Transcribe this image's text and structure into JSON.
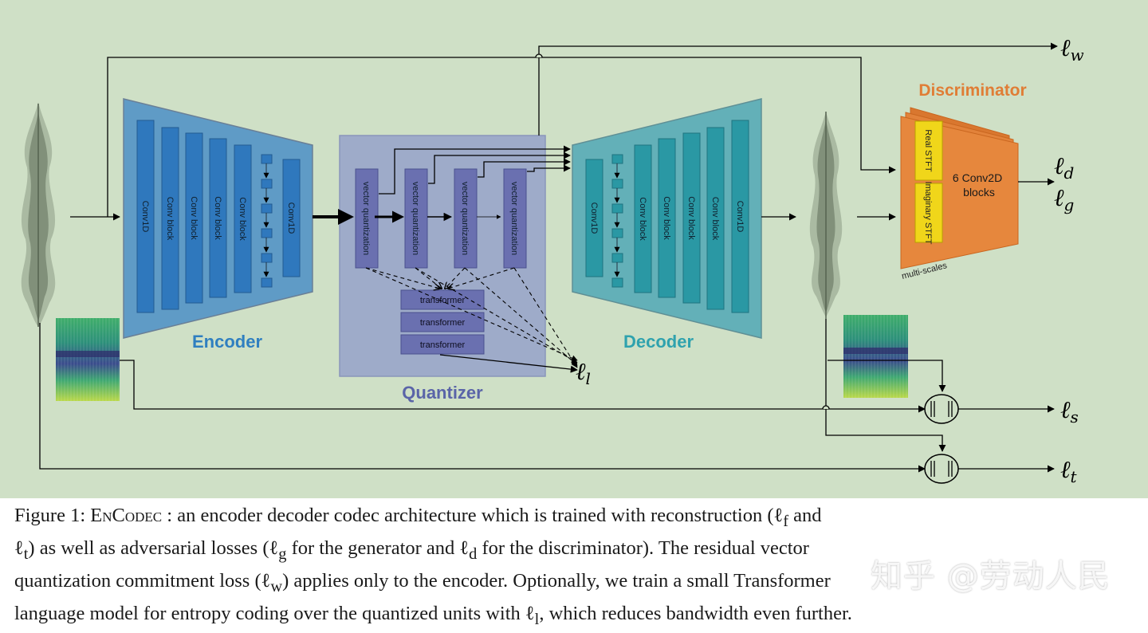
{
  "blocks": {
    "encoder": {
      "title": "Encoder",
      "layers": [
        "Conv1D",
        "Conv block",
        "Conv block",
        "Conv block",
        "Conv block",
        "Conv1D"
      ]
    },
    "decoder": {
      "title": "Decoder",
      "layers": [
        "Conv1D",
        "Conv block",
        "Conv block",
        "Conv block",
        "Conv block",
        "Conv1D"
      ]
    },
    "quantizer": {
      "title": "Quantizer",
      "vq_label": "vector quantization",
      "transformer_label": "transformer"
    },
    "discriminator": {
      "title": "Discriminator",
      "real_stft": "Real STFT",
      "imag_stft": "Imaginary STFT",
      "blocks": "6 Conv2D blocks",
      "multi_scales": "multi-scales"
    }
  },
  "losses": {
    "l_w": "w",
    "l_d": "d",
    "l_g": "g",
    "l_l": "l",
    "l_s": "s",
    "l_t": "t"
  },
  "caption": {
    "fig_label": "Figure 1:",
    "name": "EnCodec",
    "line1_rest": " : an encoder decoder codec architecture which is trained with reconstruction (ℓ",
    "line1_sub": "f",
    "line1_end": " and",
    "line2_a": "ℓ",
    "line2_a_sub": "t",
    "line2_b": ") as well as adversarial losses (ℓ",
    "line2_b_sub": "g",
    "line2_c": " for the generator and ℓ",
    "line2_c_sub": "d",
    "line2_d": " for the discriminator). The residual vector",
    "line3_a": "quantization commitment loss (ℓ",
    "line3_a_sub": "w",
    "line3_b": ") applies only to the encoder. Optionally, we train a small Transformer",
    "line4_a": "language model for entropy coding over the quantized units with ℓ",
    "line4_a_sub": "l",
    "line4_b": ", which reduces bandwidth even further."
  },
  "watermark": "知乎 @劳动人民",
  "colors": {
    "background": "#cfe0c6",
    "encoder": "#3c82c0",
    "decoder": "#3aa4ae",
    "quantizer": "#8d97c6",
    "discriminator": "#e07d35",
    "stft": "#f0d61a"
  }
}
